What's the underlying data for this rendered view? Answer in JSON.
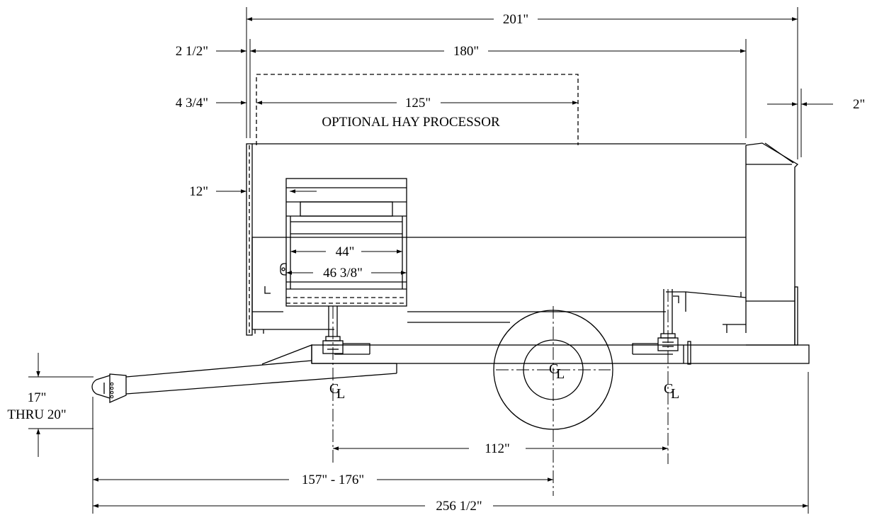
{
  "dimensions": {
    "overall_box": "201\"",
    "box_length": "180\"",
    "front_offset": "2 1/2\"",
    "processor_offset": "4 3/4\"",
    "processor_length": "125\"",
    "rear_offset": "2\"",
    "front_panel": "12\"",
    "door_inner": "44\"",
    "door_outer": "46 3/8\"",
    "axle_spacing": "112\"",
    "hitch_to_axle": "157\" - 176\"",
    "overall_length": "256 1/2\"",
    "hitch_height_1": "17\"",
    "hitch_height_2": "THRU 20\""
  },
  "labels": {
    "hay_processor": "OPTIONAL HAY PROCESSOR"
  },
  "centerline_symbol": {
    "c": "C",
    "l": "L"
  }
}
